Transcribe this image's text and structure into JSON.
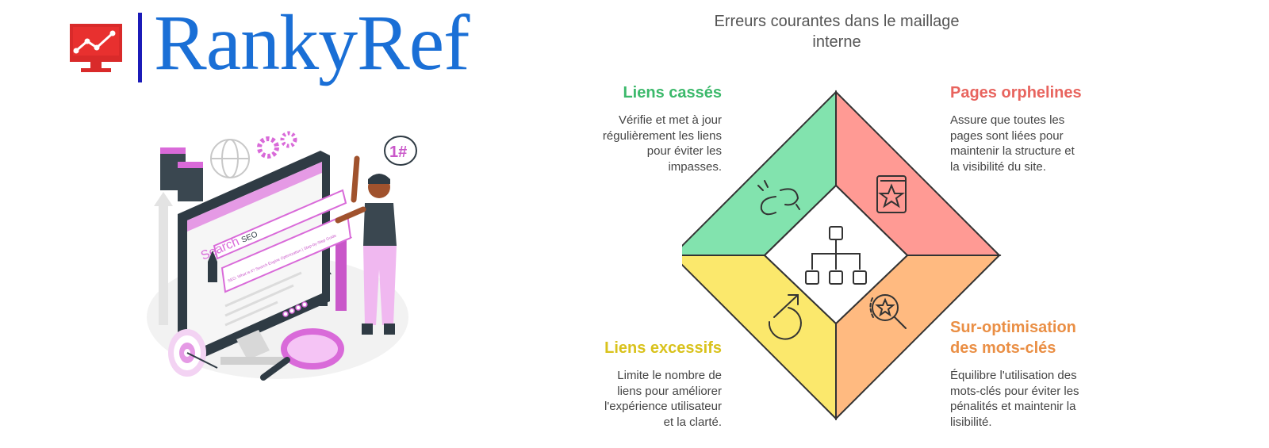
{
  "brand": {
    "name": "RankyRef"
  },
  "illustration": {
    "search_label": "Search",
    "query": "SEO",
    "result_title": "SEO: What is it? Search Engine Optimization | Step-by-Step Guide",
    "rank_badge": "1#"
  },
  "diagram": {
    "title": "Erreurs courantes dans le maillage interne",
    "items": [
      {
        "heading": "Liens cassés",
        "color": "#3cb96b",
        "lines": [
          "Vérifie et met à jour",
          "régulièrement les liens",
          "pour éviter les",
          "impasses."
        ]
      },
      {
        "heading": "Pages orphelines",
        "color": "#e8645e",
        "lines": [
          "Assure que toutes les",
          "pages sont liées pour",
          "maintenir la structure et",
          "la visibilité du site."
        ]
      },
      {
        "heading": "Liens excessifs",
        "color": "#d9c21c",
        "lines": [
          "Limite le nombre de",
          "liens pour améliorer",
          "l'expérience utilisateur",
          "et la clarté."
        ]
      },
      {
        "heading_lines": [
          "Sur-optimisation",
          "des mots-clés"
        ],
        "color": "#ea8f45",
        "lines": [
          "Équilibre l'utilisation des",
          "mots-clés pour éviter les",
          "pénalités et maintenir la",
          "lisibilité."
        ]
      }
    ]
  }
}
